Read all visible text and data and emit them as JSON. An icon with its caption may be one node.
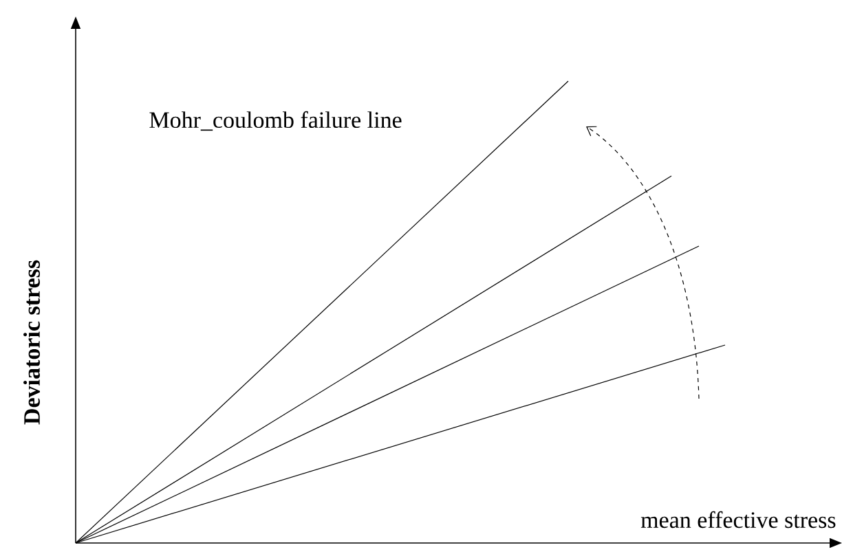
{
  "diagram": {
    "labels": [
      "Mohr_coulomb failure line",
      "Deviatoric stress",
      "mean effective stress"
    ]
  }
}
